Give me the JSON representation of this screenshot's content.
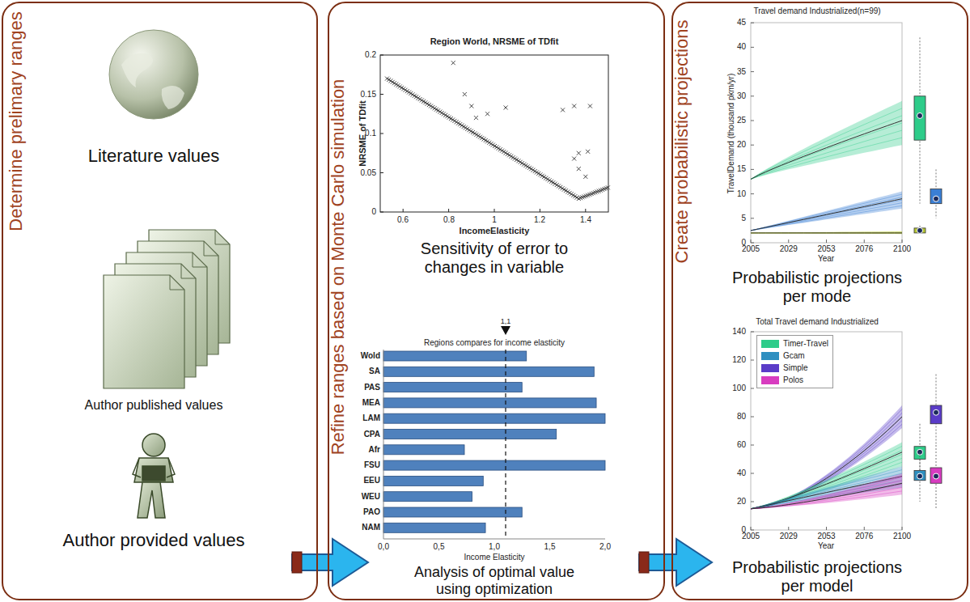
{
  "diagram": {
    "nodes": [
      {
        "text": [
          "Determine prelimary ranges",
          "Literature values",
          "Author published values",
          "Author provided values"
        ]
      },
      {
        "text": [
          "Refine ranges based on Monte Carlo simulation",
          "Sensitivity of error to changes in variable",
          "Analysis of optimal value using optimization"
        ]
      },
      {
        "text": [
          "Create probabilistic projections",
          "Probabilistic projections per mode",
          "Probabilistic projections per model"
        ]
      }
    ],
    "edges": [
      {
        "from": 0,
        "to": 1,
        "arrow": "to"
      },
      {
        "from": 1,
        "to": 2,
        "arrow": "to"
      }
    ],
    "labels": [
      "Region World, NRSME of TDfit",
      "0.2",
      "0.15",
      "0.1",
      "0.05",
      "0",
      "0.6",
      "0.8",
      "1",
      "1.2",
      "1.4",
      "IncomeElasticity",
      "NRSME of TDfit",
      "1,1",
      "Regions compares for income elasticity",
      "Wold",
      "SA",
      "PAS",
      "MEA",
      "LAM",
      "CPA",
      "Afr",
      "FSU",
      "EEU",
      "WEU",
      "PAO",
      "NAM",
      "0,0",
      "0,5",
      "1,0",
      "1,5",
      "2,0",
      "Income Elasticity",
      "Travel demand Industrialized(n=99)",
      "45",
      "40",
      "35",
      "30",
      "25",
      "20",
      "15",
      "10",
      "5",
      "0",
      "2005",
      "2029",
      "2053",
      "2076",
      "2100",
      "Year",
      "TravelDemand (thousand pkm/yr)",
      "Total Travel demand Industrialized",
      "140",
      "120",
      "100",
      "80",
      "60",
      "40",
      "20",
      "0",
      "2005",
      "2029",
      "2053",
      "2076",
      "2100",
      "Year"
    ],
    "legend": [
      {
        "text": "Timer-Travel",
        "color": "#2ecc8a"
      },
      {
        "text": "Gcam",
        "color": "#2f8fc0"
      },
      {
        "text": "Simple",
        "color": "#5a3cc8"
      },
      {
        "text": "Polos",
        "color": "#d83cc0"
      }
    ]
  }
}
